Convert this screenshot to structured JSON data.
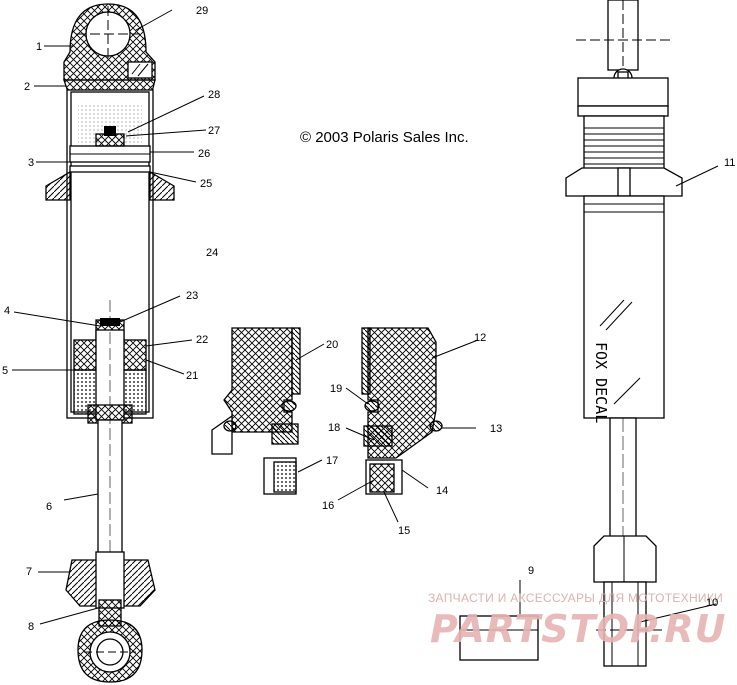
{
  "copyright": "© 2003 Polaris Sales Inc.",
  "decal_label": "FOX DECAL",
  "watermark": {
    "top_line": "ЗАПЧАСТИ И АКСЕССУАРЫ ДЛЯ МОТОТЕХНИКИ",
    "brand": "PARTSTOP.RU"
  },
  "callouts": [
    "1",
    "2",
    "3",
    "4",
    "5",
    "6",
    "7",
    "8",
    "9",
    "10",
    "11",
    "12",
    "13",
    "14",
    "15",
    "16",
    "17",
    "18",
    "19",
    "20",
    "21",
    "22",
    "23",
    "24",
    "25",
    "26",
    "27",
    "28",
    "29"
  ]
}
